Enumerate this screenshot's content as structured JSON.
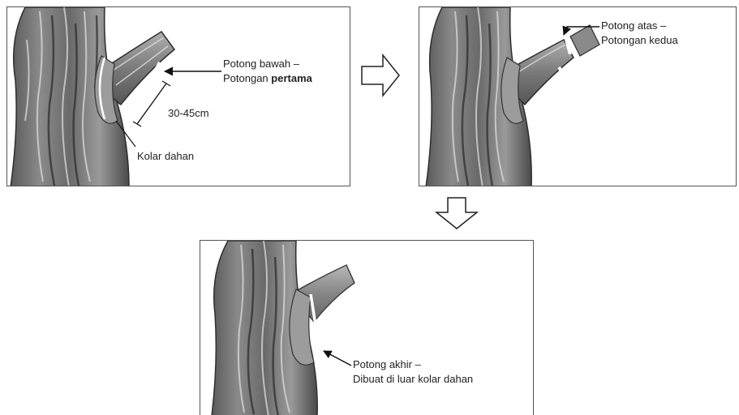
{
  "panels": [
    {
      "id": "step-1",
      "labels": {
        "cut_title": "Potong bawah –",
        "cut_desc_prefix": "Potongan ",
        "cut_desc_strong": "pertama",
        "distance": "30-45cm",
        "collar": "Kolar dahan"
      }
    },
    {
      "id": "step-2",
      "labels": {
        "cut_title": "Potong atas –",
        "cut_desc": "Potongan kedua"
      }
    },
    {
      "id": "step-3",
      "labels": {
        "cut_title": "Potong akhir –",
        "cut_desc": "Dibuat di luar kolar dahan"
      }
    }
  ],
  "flow_arrows": [
    "right",
    "down"
  ],
  "colors": {
    "bark_dark": "#3b3b3b",
    "bark_mid": "#777777",
    "bark_light": "#c8c8c8",
    "cut_line": "#ffffff",
    "arrow": "#111111"
  }
}
